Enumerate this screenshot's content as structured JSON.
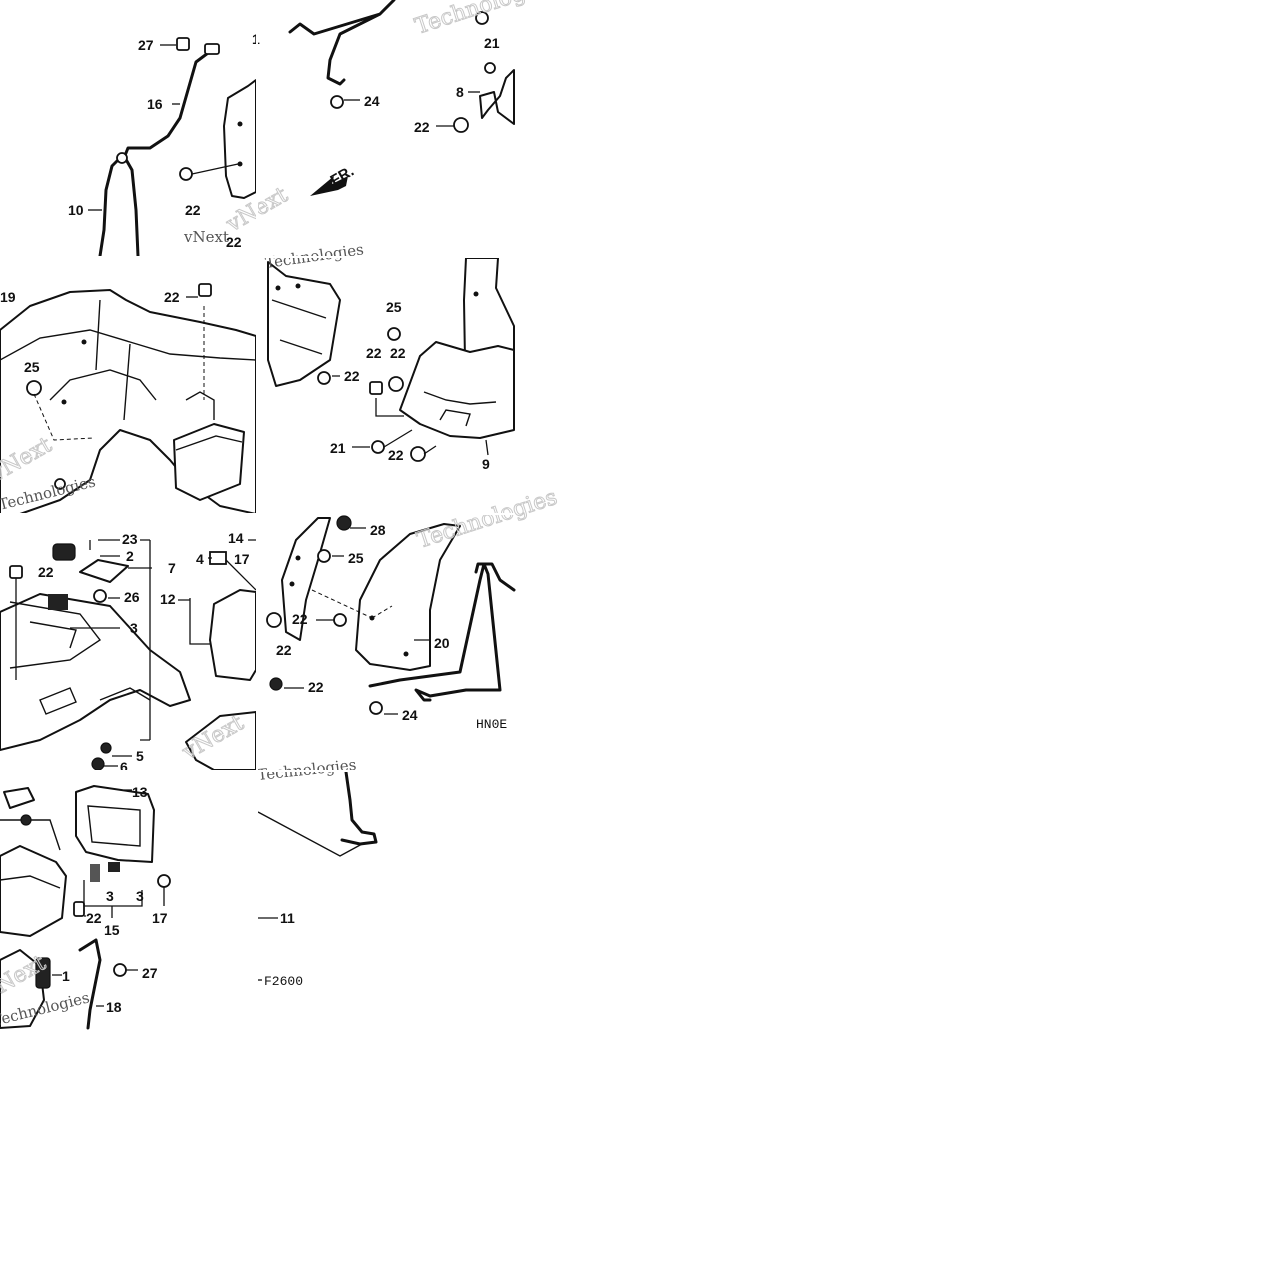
{
  "figure_code": "HN0E",
  "figure_number": "F2600",
  "front_arrow_label": "FR.",
  "watermarks": [
    "vNext",
    "Technologies"
  ],
  "callouts": {
    "c1": "1",
    "c2": "2",
    "c3a": "3",
    "c3b": "3",
    "c3c": "3",
    "c4": "4",
    "c5": "5",
    "c6": "6",
    "c7": "7",
    "c8": "8",
    "c9": "9",
    "c10": "10",
    "c11": "11",
    "c12": "12",
    "c13": "13",
    "c14": "14",
    "c15": "15",
    "c16": "16",
    "c17a": "17",
    "c17b": "17",
    "c18": "18",
    "c19": "19",
    "c20": "20",
    "c21a": "21",
    "c21b": "21",
    "c22a": "22",
    "c22b": "22",
    "c22c": "22",
    "c22d": "22",
    "c22e": "22",
    "c22f": "22",
    "c22g": "22",
    "c22h": "22",
    "c22i": "22",
    "c22j": "22",
    "c22k": "22",
    "c22l": "22",
    "c22m": "22",
    "c23": "23",
    "c24a": "24",
    "c24b": "24",
    "c25a": "25",
    "c25b": "25",
    "c25c": "25",
    "c26": "26",
    "c27a": "27",
    "c27b": "27",
    "c28": "28"
  }
}
